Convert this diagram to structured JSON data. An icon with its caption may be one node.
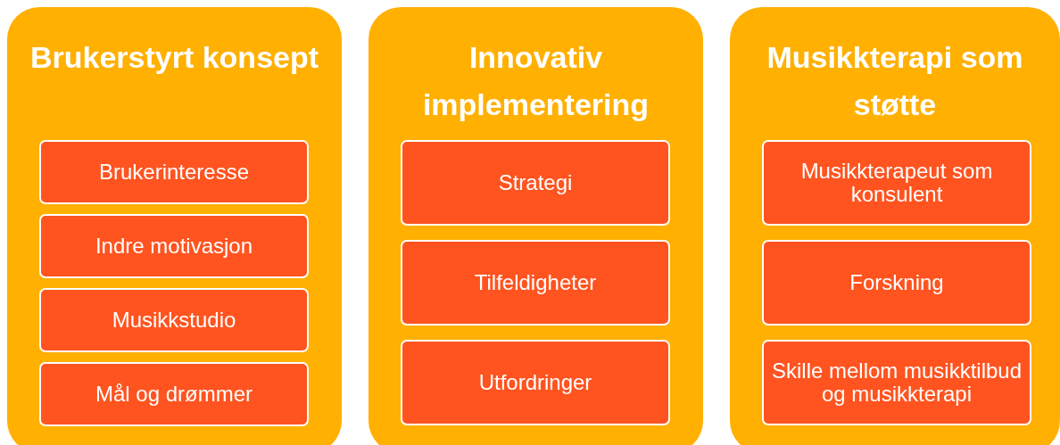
{
  "diagram": {
    "nodes": [
      {
        "text": [
          "Brukerstyrt konsept"
        ]
      },
      {
        "text": [
          "Brukerinteresse"
        ],
        "in": 0
      },
      {
        "text": [
          "Indre motivasjon"
        ],
        "in": 0
      },
      {
        "text": [
          "Musikkstudio"
        ],
        "in": 0
      },
      {
        "text": [
          "Mål og drømmer"
        ],
        "in": 0
      },
      {
        "text": [
          "Innovativ implementering"
        ]
      },
      {
        "text": [
          "Strategi"
        ],
        "in": 5
      },
      {
        "text": [
          "Tilfeldigheter"
        ],
        "in": 5
      },
      {
        "text": [
          "Utfordringer"
        ],
        "in": 5
      },
      {
        "text": [
          "Musikkterapi som støtte"
        ]
      },
      {
        "text": [
          "Musikkterapeut som konsulent"
        ],
        "in": 9
      },
      {
        "text": [
          "Forskning"
        ],
        "in": 9
      },
      {
        "text": [
          "Skille mellom musikktilbud og musikkterapi"
        ],
        "in": 9
      }
    ]
  }
}
